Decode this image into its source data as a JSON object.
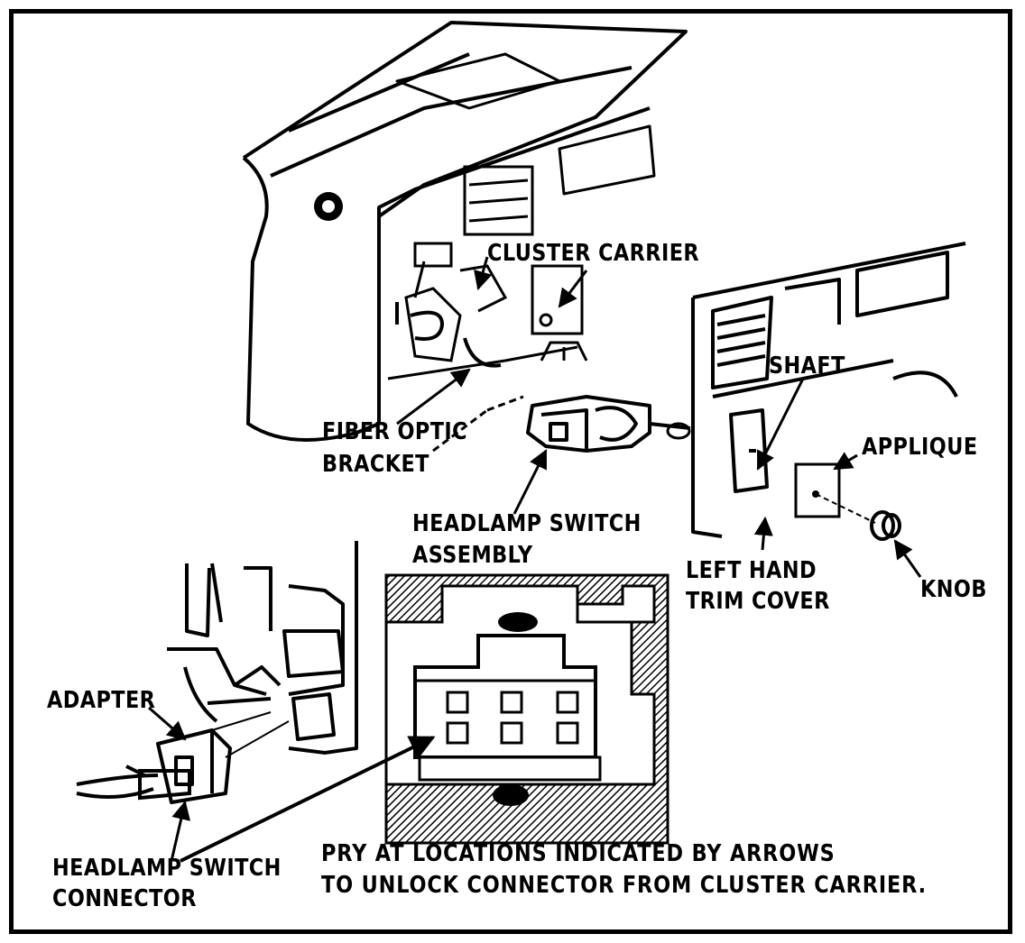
{
  "labels": {
    "cluster_carrier": "CLUSTER CARRIER",
    "shaft": "SHAFT",
    "applique": "APPLIQUE",
    "fiber_optic_line1": "FIBER OPTIC",
    "fiber_optic_line2": "BRACKET",
    "headlamp_switch_assembly_line1": "HEADLAMP SWITCH",
    "headlamp_switch_assembly_line2": "ASSEMBLY",
    "left_hand_trim_line1": "LEFT HAND",
    "left_hand_trim_line2": "TRIM COVER",
    "knob": "KNOB",
    "adapter": "ADAPTER",
    "headlamp_switch_connector_line1": "HEADLAMP SWITCH",
    "headlamp_switch_connector_line2": "CONNECTOR"
  },
  "caption": {
    "line1": "PRY AT LOCATIONS INDICATED BY ARROWS",
    "line2": "TO UNLOCK CONNECTOR FROM CLUSTER CARRIER."
  },
  "colors": {
    "ink": "#000000",
    "paper": "#ffffff"
  }
}
